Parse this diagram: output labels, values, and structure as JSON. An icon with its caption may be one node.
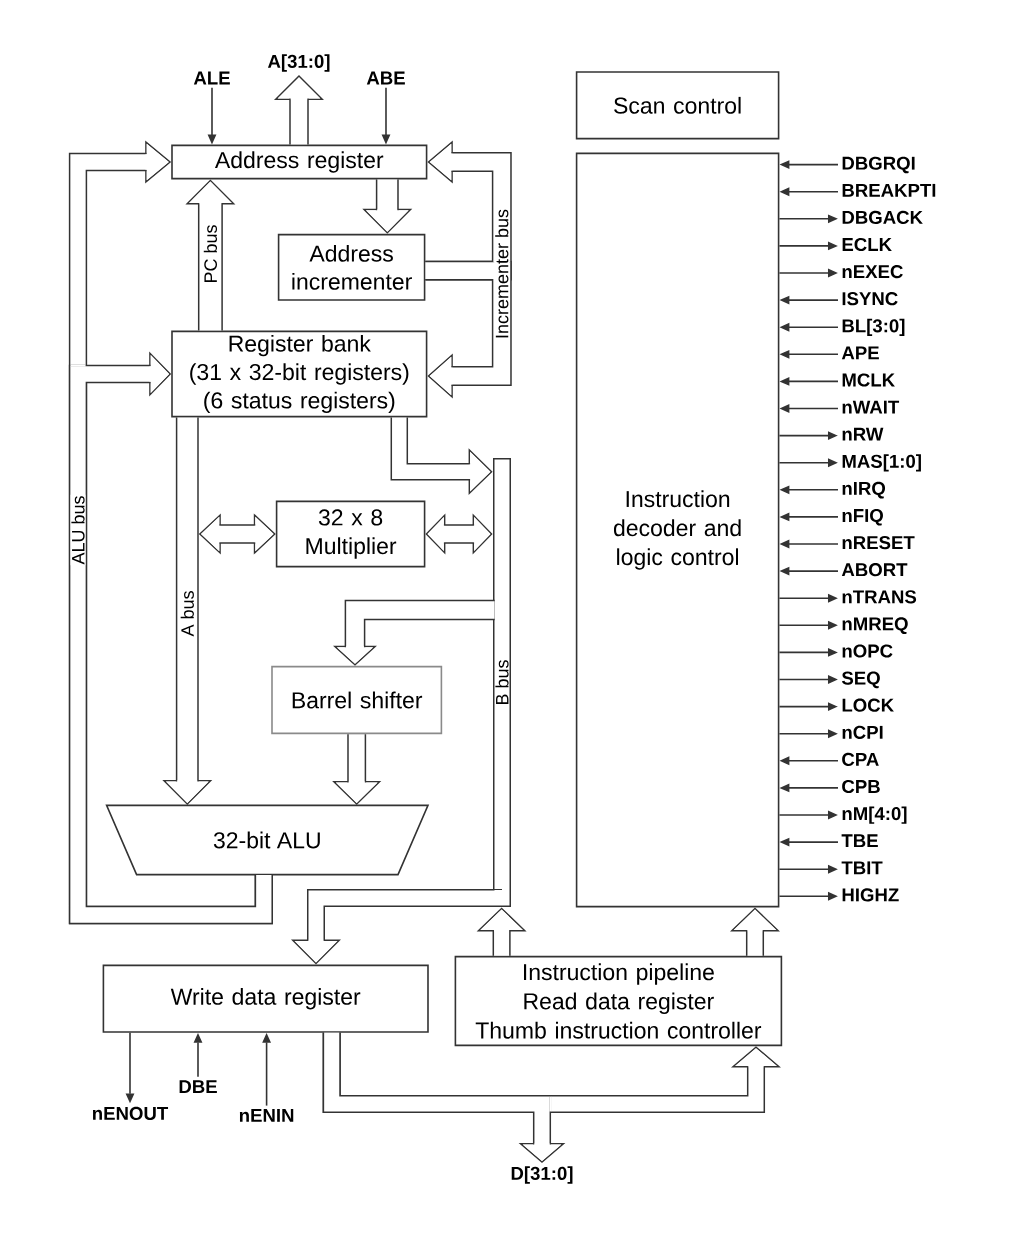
{
  "diagram": {
    "nodes": [
      {
        "text": [
          "ALE"
        ]
      },
      {
        "text": [
          "A[31:0]"
        ]
      },
      {
        "text": [
          "ABE"
        ]
      },
      {
        "text": [
          "Address register"
        ]
      },
      {
        "text": [
          "Address incrementer"
        ]
      },
      {
        "text": [
          "Register bank",
          "(31 x 32-bit registers)",
          "(6 status registers)"
        ]
      },
      {
        "text": [
          "32 x 8 Multiplier"
        ]
      },
      {
        "text": [
          "B bus"
        ]
      },
      {
        "text": [
          "Barrel shifter"
        ]
      },
      {
        "text": [
          "32-bit ALU"
        ]
      },
      {
        "text": [
          "Write data register"
        ]
      },
      {
        "text": [
          "nENOUT"
        ]
      },
      {
        "text": [
          "DBE"
        ]
      },
      {
        "text": [
          "nENIN"
        ]
      },
      {
        "text": [
          "D[31:0]"
        ]
      },
      {
        "text": [
          "Instruction pipeline",
          "Read data register",
          "Thumb instruction controller"
        ]
      },
      {
        "text": [
          "Scan control"
        ]
      },
      {
        "text": [
          "Instruction decoder and logic control"
        ]
      },
      {
        "text": [
          "DBGRQI"
        ]
      },
      {
        "text": [
          "BREAKPTI"
        ]
      },
      {
        "text": [
          "DBGACK"
        ]
      },
      {
        "text": [
          "ECLK"
        ]
      },
      {
        "text": [
          "nEXEC"
        ]
      },
      {
        "text": [
          "ISYNC"
        ]
      },
      {
        "text": [
          "BL[3:0]"
        ]
      },
      {
        "text": [
          "APE"
        ]
      },
      {
        "text": [
          "MCLK"
        ]
      },
      {
        "text": [
          "nWAIT"
        ]
      },
      {
        "text": [
          "nRW"
        ]
      },
      {
        "text": [
          "MAS[1:0]"
        ]
      },
      {
        "text": [
          "nIRQ"
        ]
      },
      {
        "text": [
          "nFIQ"
        ]
      },
      {
        "text": [
          "nRESET"
        ]
      },
      {
        "text": [
          "ABORT"
        ]
      },
      {
        "text": [
          "nTRANS"
        ]
      },
      {
        "text": [
          "nMREQ"
        ]
      },
      {
        "text": [
          "nOPC"
        ]
      },
      {
        "text": [
          "SEQ"
        ]
      },
      {
        "text": [
          "LOCK"
        ]
      },
      {
        "text": [
          "nCPI"
        ]
      },
      {
        "text": [
          "CPA"
        ]
      },
      {
        "text": [
          "CPB"
        ]
      },
      {
        "text": [
          "nM[4:0]"
        ]
      },
      {
        "text": [
          "TBE"
        ]
      },
      {
        "text": [
          "TBIT"
        ]
      },
      {
        "text": [
          "HIGHZ"
        ]
      }
    ],
    "edges": [
      {
        "from": 0,
        "to": 3,
        "arrow": "to"
      },
      {
        "from": 2,
        "to": 3,
        "arrow": "to"
      },
      {
        "from": 3,
        "to": 1,
        "arrow": "to",
        "style": "thick"
      },
      {
        "from": 3,
        "to": 4,
        "arrow": "to",
        "style": "thick"
      },
      {
        "from": 4,
        "to": 3,
        "arrow": "to",
        "style": "thick",
        "label": "Incrementer bus"
      },
      {
        "from": 4,
        "to": 5,
        "arrow": "to",
        "style": "thick"
      },
      {
        "from": 5,
        "to": 3,
        "arrow": "to",
        "style": "thick",
        "label": "PC bus"
      },
      {
        "from": 5,
        "to": 9,
        "arrow": "to",
        "style": "thick",
        "label": "A bus"
      },
      {
        "from": null,
        "to": 6,
        "arrow": "both",
        "style": "thick"
      },
      {
        "from": 6,
        "to": 7,
        "arrow": "both",
        "style": "thick"
      },
      {
        "from": 5,
        "to": 7,
        "arrow": "to",
        "style": "thick"
      },
      {
        "from": 7,
        "to": 8,
        "arrow": "to",
        "style": "thick"
      },
      {
        "from": 8,
        "to": 9,
        "arrow": "to",
        "style": "thick"
      },
      {
        "from": 9,
        "to": 3,
        "arrow": "to",
        "style": "thick",
        "label": "ALU bus"
      },
      {
        "from": 9,
        "to": 5,
        "arrow": "to",
        "style": "thick"
      },
      {
        "from": 7,
        "to": 10,
        "arrow": "to",
        "style": "thick"
      },
      {
        "from": 15,
        "to": 7,
        "arrow": "to",
        "style": "thick"
      },
      {
        "from": 15,
        "to": 17,
        "arrow": "to",
        "style": "thick"
      },
      {
        "from": 10,
        "to": 14,
        "arrow": "to",
        "style": "thick"
      },
      {
        "from": 10,
        "to": 15,
        "arrow": "to",
        "style": "thick"
      },
      {
        "from": 10,
        "to": 11,
        "arrow": "to"
      },
      {
        "from": 12,
        "to": 10,
        "arrow": "to"
      },
      {
        "from": 13,
        "to": 10,
        "arrow": "to"
      },
      {
        "from": 18,
        "to": 17,
        "arrow": "to"
      },
      {
        "from": 19,
        "to": 17,
        "arrow": "to"
      },
      {
        "from": 17,
        "to": 20,
        "arrow": "to"
      },
      {
        "from": 17,
        "to": 21,
        "arrow": "to"
      },
      {
        "from": 17,
        "to": 22,
        "arrow": "to"
      },
      {
        "from": 23,
        "to": 17,
        "arrow": "to"
      },
      {
        "from": 24,
        "to": 17,
        "arrow": "to"
      },
      {
        "from": 25,
        "to": 17,
        "arrow": "to"
      },
      {
        "from": 26,
        "to": 17,
        "arrow": "to"
      },
      {
        "from": 27,
        "to": 17,
        "arrow": "to"
      },
      {
        "from": 17,
        "to": 28,
        "arrow": "to"
      },
      {
        "from": 17,
        "to": 29,
        "arrow": "to"
      },
      {
        "from": 30,
        "to": 17,
        "arrow": "to"
      },
      {
        "from": 31,
        "to": 17,
        "arrow": "to"
      },
      {
        "from": 32,
        "to": 17,
        "arrow": "to"
      },
      {
        "from": 33,
        "to": 17,
        "arrow": "to"
      },
      {
        "from": 17,
        "to": 34,
        "arrow": "to"
      },
      {
        "from": 17,
        "to": 35,
        "arrow": "to"
      },
      {
        "from": 17,
        "to": 36,
        "arrow": "to"
      },
      {
        "from": 17,
        "to": 37,
        "arrow": "to"
      },
      {
        "from": 17,
        "to": 38,
        "arrow": "to"
      },
      {
        "from": 17,
        "to": 39,
        "arrow": "to"
      },
      {
        "from": 40,
        "to": 17,
        "arrow": "to"
      },
      {
        "from": 41,
        "to": 17,
        "arrow": "to"
      },
      {
        "from": 17,
        "to": 42,
        "arrow": "to"
      },
      {
        "from": 43,
        "to": 17,
        "arrow": "to"
      },
      {
        "from": 17,
        "to": 44,
        "arrow": "to"
      },
      {
        "from": 17,
        "to": 45,
        "arrow": "to"
      }
    ]
  }
}
